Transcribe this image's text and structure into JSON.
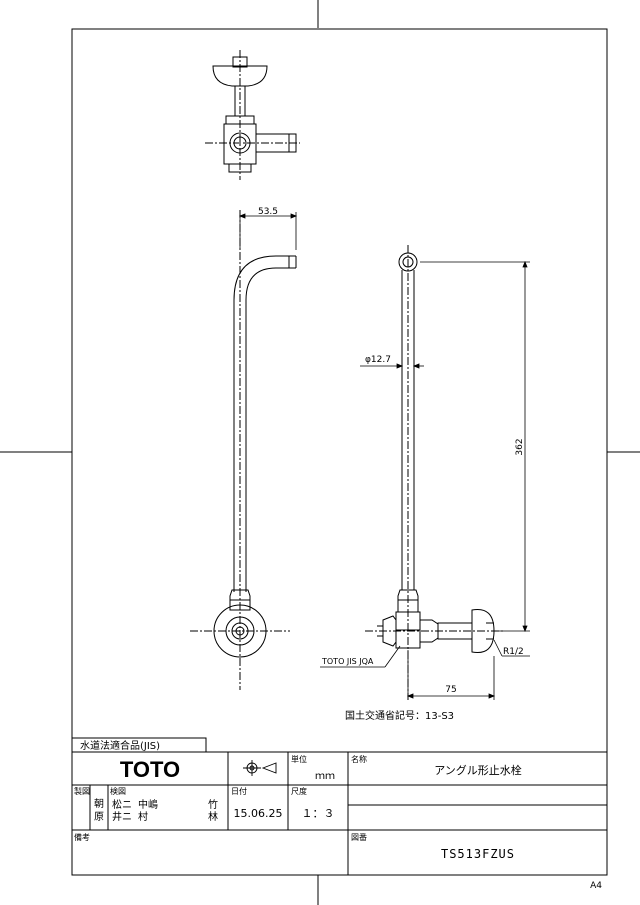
{
  "drawing": {
    "dimensions": {
      "width_top": "53.5",
      "pipe_diameter": "φ12.7",
      "height": "362",
      "thread": "R1/2",
      "outlet_length": "75"
    },
    "marking_label": "TOTO JIS JQA",
    "mlit_code": "国土交通省記号：13-S3"
  },
  "title_block": {
    "standard": "水道法適合品(JIS)",
    "company": "TOTO",
    "unit_label": "単位",
    "unit_value": "ｍｍ",
    "name_label": "名称",
    "name_value": "アングル形止水栓",
    "made_label": "製図",
    "made_names": [
      "朝",
      "原"
    ],
    "check_label": "検図",
    "check_names": [
      "松ニ",
      "井ニ"
    ],
    "check_names_b": [
      "中嶋",
      "村"
    ],
    "approve_names": [
      "竹",
      "林"
    ],
    "date_label": "日付",
    "date_value": "15.06.25",
    "scale_label": "尺度",
    "scale_value": "１：３",
    "remarks_label": "備考",
    "drawing_no_label": "図番",
    "drawing_no": "TS513FZUS"
  },
  "paper_size": "A4"
}
